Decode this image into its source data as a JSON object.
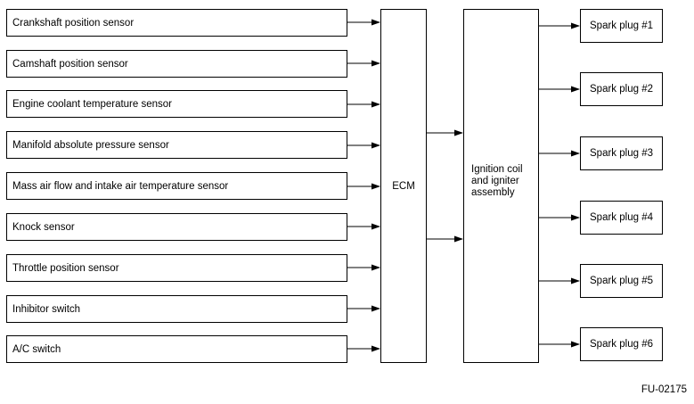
{
  "sensors": [
    "Crankshaft position sensor",
    "Camshaft position sensor",
    "Engine coolant temperature sensor",
    "Manifold absolute pressure sensor",
    "Mass air flow and intake air temperature sensor",
    "Knock sensor",
    "Throttle position sensor",
    "Inhibitor switch",
    "A/C switch"
  ],
  "ecm": {
    "label": "ECM"
  },
  "ignition": {
    "label": "Ignition coil\nand igniter\nassembly"
  },
  "spark_plugs": [
    "Spark plug #1",
    "Spark plug #2",
    "Spark plug #3",
    "Spark plug #4",
    "Spark plug #5",
    "Spark plug #6"
  ],
  "figure_id": "FU-02175"
}
